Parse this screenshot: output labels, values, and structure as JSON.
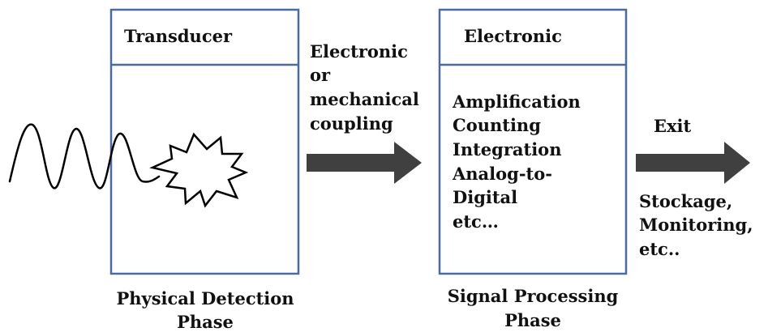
{
  "colors": {
    "box_border": "#4a6aa1",
    "arrow_fill": "#404040",
    "text": "#111111",
    "signal_stroke": "#000000"
  },
  "icons": {
    "signal": "sine-wave-icon",
    "interaction": "starburst-icon",
    "flow": "right-arrow-icon"
  },
  "transducer": {
    "title": "Transducer",
    "caption_lines": [
      "Physical Detection",
      "Phase"
    ]
  },
  "coupling": {
    "lines": [
      "Electronic",
      "or",
      "mechanical",
      "coupling"
    ]
  },
  "electronic": {
    "title": "Electronic",
    "items": [
      "Amplification",
      "Counting",
      "Integration",
      "Analog-to-",
      "Digital",
      "etc…"
    ],
    "caption_lines": [
      "Signal Processing",
      "Phase"
    ]
  },
  "exit": {
    "label": "Exit",
    "lines": [
      "Stockage,",
      "Monitoring,",
      "etc.."
    ]
  }
}
